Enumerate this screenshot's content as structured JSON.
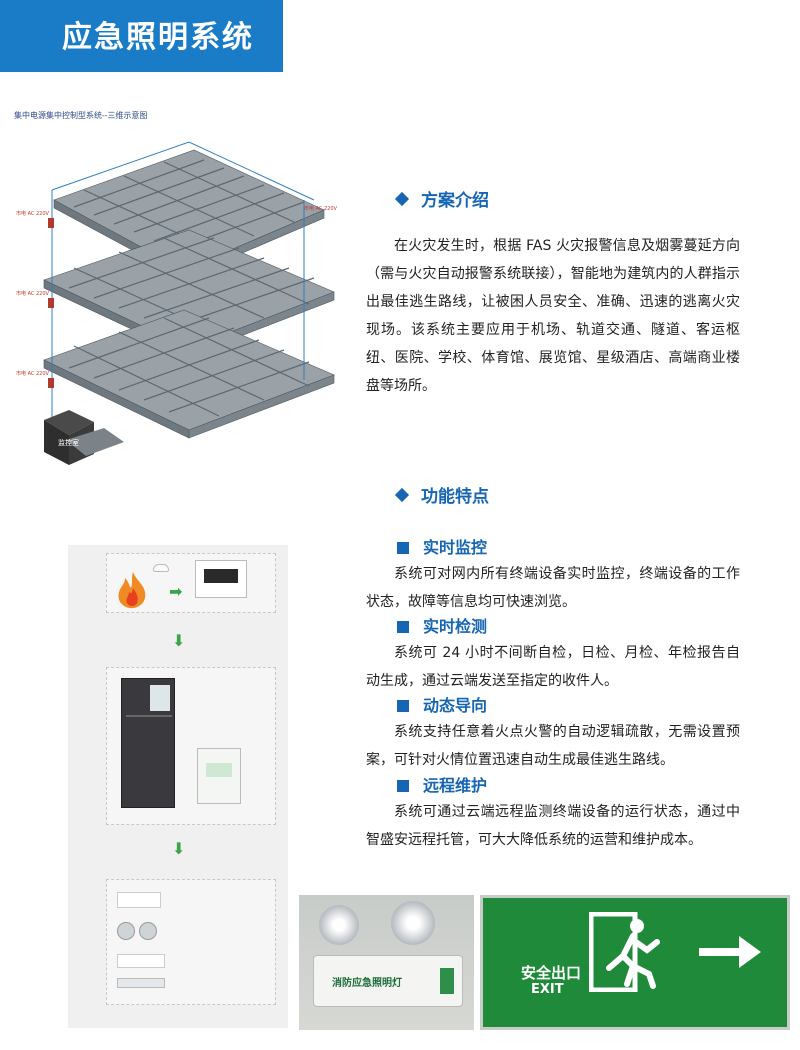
{
  "page": {
    "title": "应急照明系统"
  },
  "diagram": {
    "caption": "集中电源集中控制型系统--三维示意图",
    "room_label": "监控室"
  },
  "section_plan": {
    "heading": "方案介绍",
    "text": "在火灾发生时，根据 FAS 火灾报警信息及烟雾蔓延方向（需与火灾自动报警系统联接），智能地为建筑内的人群指示出最佳逃生路线，让被困人员安全、准确、迅速的逃离火灾现场。该系统主要应用于机场、轨道交通、隧道、客运枢纽、医院、学校、体育馆、展览馆、星级酒店、高端商业楼盘等场所。"
  },
  "section_features": {
    "heading": "功能特点",
    "items": [
      {
        "title": "实时监控",
        "text": "系统可对网内所有终端设备实时监控，终端设备的工作状态，故障等信息均可快速浏览。"
      },
      {
        "title": "实时检测",
        "text": "系统可 24 小时不间断自检，日检、月检、年检报告自动生成，通过云端发送至指定的收件人。"
      },
      {
        "title": "动态导向",
        "text": "系统支持任意着火点火警的自动逻辑疏散，无需设置预案，可针对火情位置迅速自动生成最佳逃生路线。"
      },
      {
        "title": "远程维护",
        "text": "系统可通过云端远程监测终端设备的运行状态，通过中智盛安远程托管，可大大降低系统的运营和维护成本。"
      }
    ]
  },
  "photos": {
    "emergency_lamp_label": "消防应急照明灯",
    "exit_sign_cn": "安全出口",
    "exit_sign_en": "EXIT"
  },
  "colors": {
    "brand_blue": "#1a7cc7",
    "heading_blue": "#1766b3",
    "exit_green": "#1f8a3a"
  }
}
